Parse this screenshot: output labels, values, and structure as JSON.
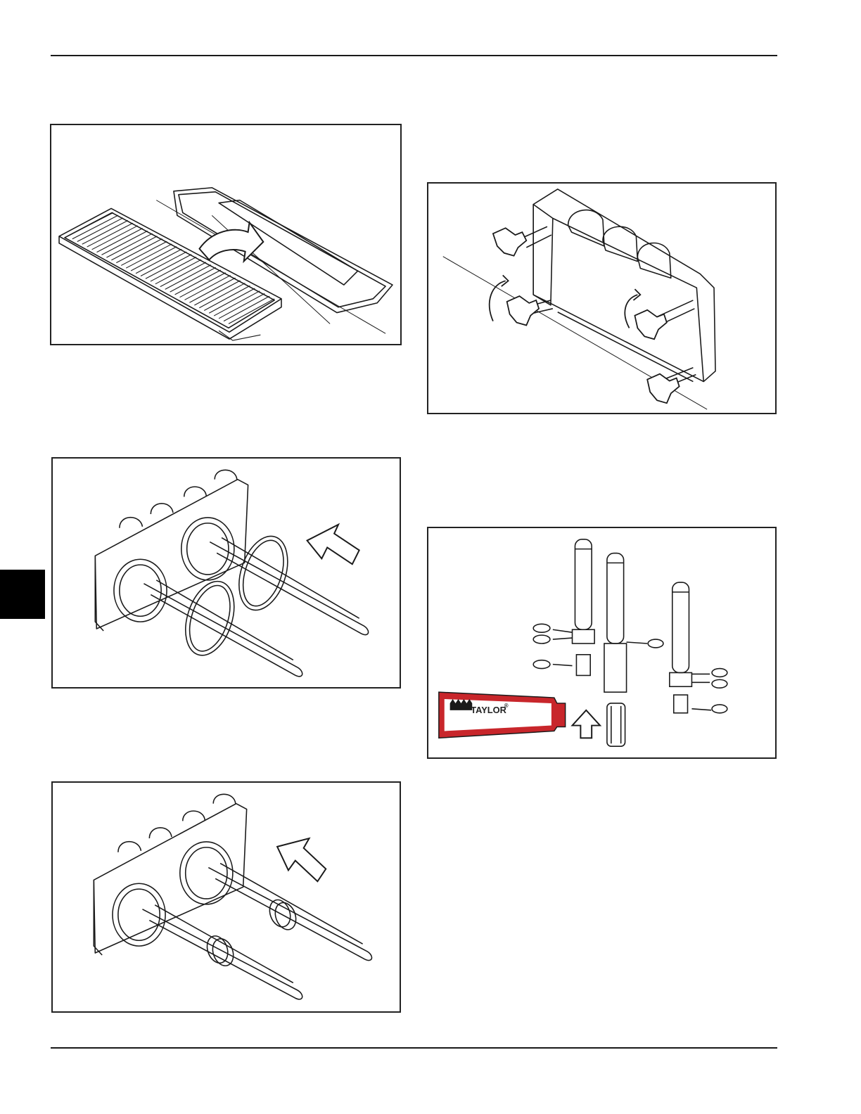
{
  "colors": {
    "rule": "#1a1a1a",
    "side_tab": "#000000",
    "tube_red": "#c8262b",
    "line_art": "#1a1a1a"
  },
  "figures": [
    {
      "id": "drip-tray-figure",
      "icon": "drip-tray-rotate-illustration"
    },
    {
      "id": "knobs-figure",
      "icon": "door-handle-knobs-illustration"
    },
    {
      "id": "baffle-orings-figure",
      "icon": "baffle-rods-orings-illustration"
    },
    {
      "id": "valves-lube-figure",
      "icon": "draw-valves-lubricant-illustration"
    },
    {
      "id": "baffle-bearings-figure",
      "icon": "baffle-rods-bearings-illustration"
    }
  ],
  "lubricant_tube": {
    "brand": "TAYLOR",
    "trademark": "®"
  }
}
